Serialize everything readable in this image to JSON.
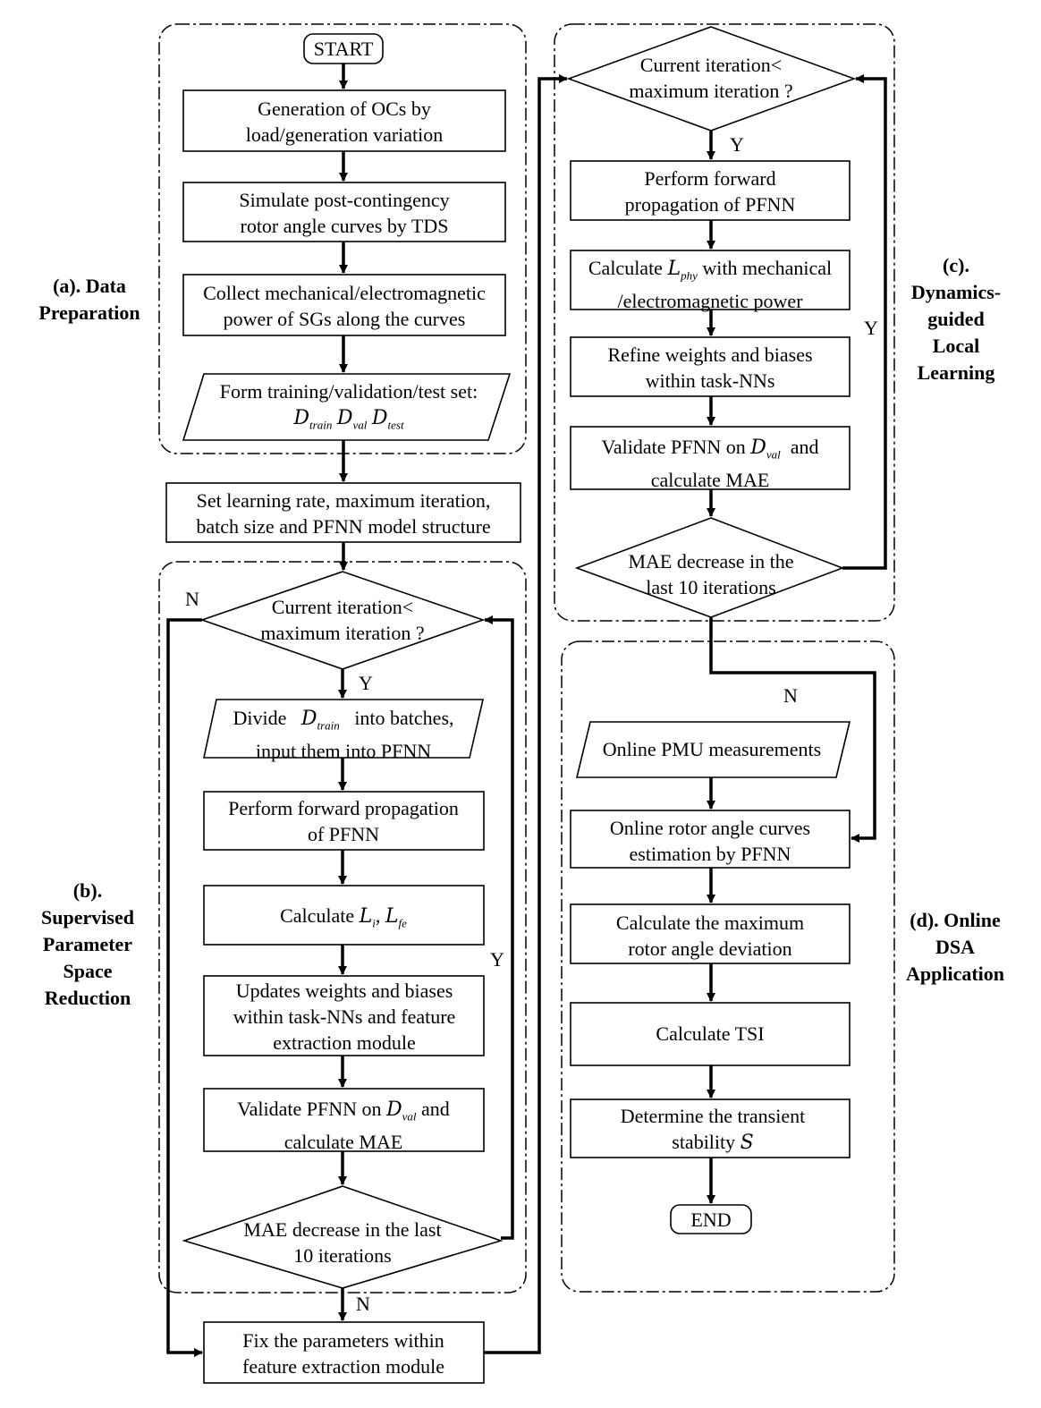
{
  "groups": {
    "a": [
      "(a). Data",
      "Preparation"
    ],
    "b": [
      "(b).",
      "Supervised",
      "Parameter",
      "Space",
      "Reduction"
    ],
    "c": [
      "(c).",
      "Dynamics-",
      "guided",
      "Local",
      "Learning"
    ],
    "d": [
      "(d). Online",
      "DSA",
      "Application"
    ]
  },
  "nodes": {
    "start": "START",
    "gen_ocs": [
      "Generation of OCs by",
      "load/generation variation"
    ],
    "simulate": [
      "Simulate post-contingency",
      "rotor angle curves by TDS"
    ],
    "collect": [
      "Collect mechanical/electromagnetic",
      "power of SGs along the curves"
    ],
    "form_sets": {
      "line1": "Form training/validation/test set:",
      "d": "D",
      "train": "train",
      "val": "val",
      "test": "test"
    },
    "set_params": [
      "Set learning rate, maximum iteration,",
      "batch size and PFNN model structure"
    ],
    "b_cond": [
      "Current iteration<",
      "maximum iteration ?"
    ],
    "divide": {
      "pre": "Divide",
      "d": "D",
      "sub": "train",
      "post": "into batches,",
      "line2": "input them into PFNN"
    },
    "b_forward": [
      "Perform forward propagation",
      "of PFNN"
    ],
    "b_calc": {
      "pre": "Calculate",
      "li": "L",
      "i": "i",
      "sep": ",",
      "lfe": "L",
      "fe": "fe"
    },
    "b_update": [
      "Updates weights and biases",
      "within task-NNs and feature",
      "extraction module"
    ],
    "b_validate": {
      "pre": "Validate PFNN on",
      "d": "D",
      "sub": "val",
      "post": "and",
      "line2": "calculate MAE"
    },
    "b_mae": [
      "MAE decrease in the last",
      "10 iterations"
    ],
    "fix": [
      "Fix the parameters within",
      "feature extraction module"
    ],
    "c_cond": [
      "Current iteration<",
      "maximum iteration ?"
    ],
    "c_forward": [
      "Perform forward",
      "propagation of PFNN"
    ],
    "c_calc": {
      "pre": "Calculate",
      "l": "L",
      "sub": "phy",
      "post": "with mechanical",
      "line2": "/electromagnetic power"
    },
    "c_refine": [
      "Refine weights and biases",
      "within task-NNs"
    ],
    "c_validate": {
      "pre": "Validate PFNN on",
      "d": "D",
      "sub": "val",
      "post": "and",
      "line2": "calculate MAE"
    },
    "c_mae": [
      "MAE decrease in the",
      "last 10 iterations"
    ],
    "pmu": "Online PMU measurements",
    "online_est": [
      "Online rotor angle curves",
      "estimation by PFNN"
    ],
    "max_dev": [
      "Calculate the maximum",
      "rotor angle deviation"
    ],
    "tsi": "Calculate TSI",
    "determine": {
      "line1": "Determine the transient",
      "pre": "stability",
      "s": "S"
    },
    "end": "END"
  },
  "edge_labels": {
    "b_yes_down": "Y",
    "b_no_left": "N",
    "b_yes_right": "Y",
    "b_no_down": "N",
    "c_yes_down": "Y",
    "c_yes_right": "Y",
    "c_no_down": "N"
  }
}
